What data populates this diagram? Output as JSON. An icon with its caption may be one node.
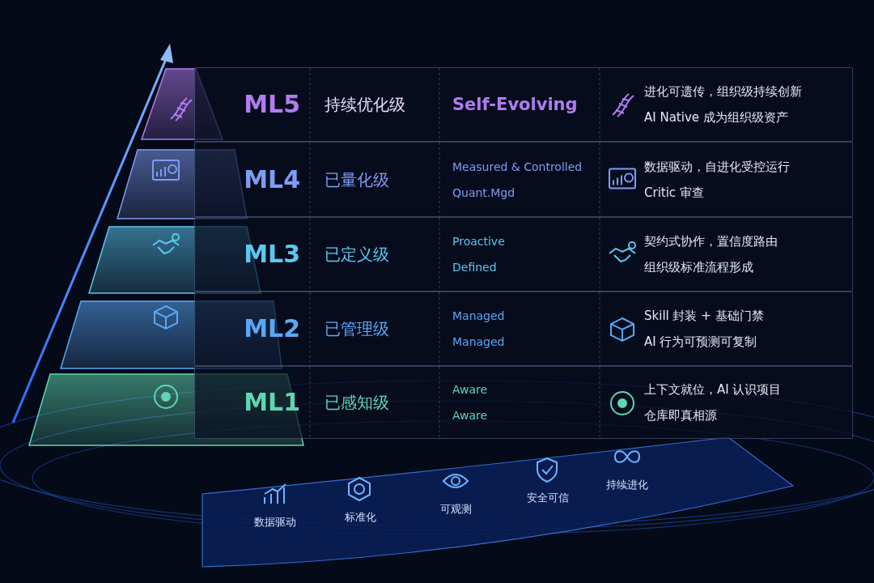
{
  "diagram": {
    "nodes": [
      {
        "text": [],
        "shape": "box"
      },
      {
        "text": [
          "ML5"
        ],
        "in": 0
      },
      {
        "text": [
          "持续优化级"
        ],
        "in": 0
      },
      {
        "text": [
          "Self-Evolving"
        ],
        "in": 0
      },
      {
        "text": [
          "进化可遗传，组织级持续创新",
          "AI Native 成为组织级资产"
        ],
        "in": 0
      },
      {
        "text": [],
        "shape": "box"
      },
      {
        "text": [
          "ML4"
        ],
        "in": 5
      },
      {
        "text": [
          "已量化级"
        ],
        "in": 5
      },
      {
        "text": [
          "Measured & Controlled",
          "Quant.Mgd"
        ],
        "in": 5
      },
      {
        "text": [
          "数据驱动，自进化受控运行",
          "Critic 审查"
        ],
        "in": 5
      },
      {
        "text": [],
        "shape": "box"
      },
      {
        "text": [
          "ML3"
        ],
        "in": 10
      },
      {
        "text": [
          "已定义级"
        ],
        "in": 10
      },
      {
        "text": [
          "Proactive",
          "Defined"
        ],
        "in": 10
      },
      {
        "text": [
          "契约式协作，置信度路由",
          "组织级标准流程形成"
        ],
        "in": 10
      },
      {
        "text": [],
        "shape": "box"
      },
      {
        "text": [
          "ML2"
        ],
        "in": 15
      },
      {
        "text": [
          "已管理级"
        ],
        "in": 15
      },
      {
        "text": [
          "Managed",
          "Managed"
        ],
        "in": 15
      },
      {
        "text": [
          "Skill 封装 + 基础门禁",
          "AI 行为可预测可复制"
        ],
        "in": 15
      },
      {
        "text": [],
        "shape": "box"
      },
      {
        "text": [
          "ML1"
        ],
        "in": 20
      },
      {
        "text": [
          "已感知级"
        ],
        "in": 20
      },
      {
        "text": [
          "Aware",
          "Aware"
        ],
        "in": 20
      },
      {
        "text": [
          "上下文就位，AI 认识项目",
          "仓库即真相源"
        ],
        "in": 20
      }
    ],
    "labels": [
      "数据驱动",
      "标准化",
      "可观测",
      "安全可信",
      "持续进化"
    ]
  }
}
